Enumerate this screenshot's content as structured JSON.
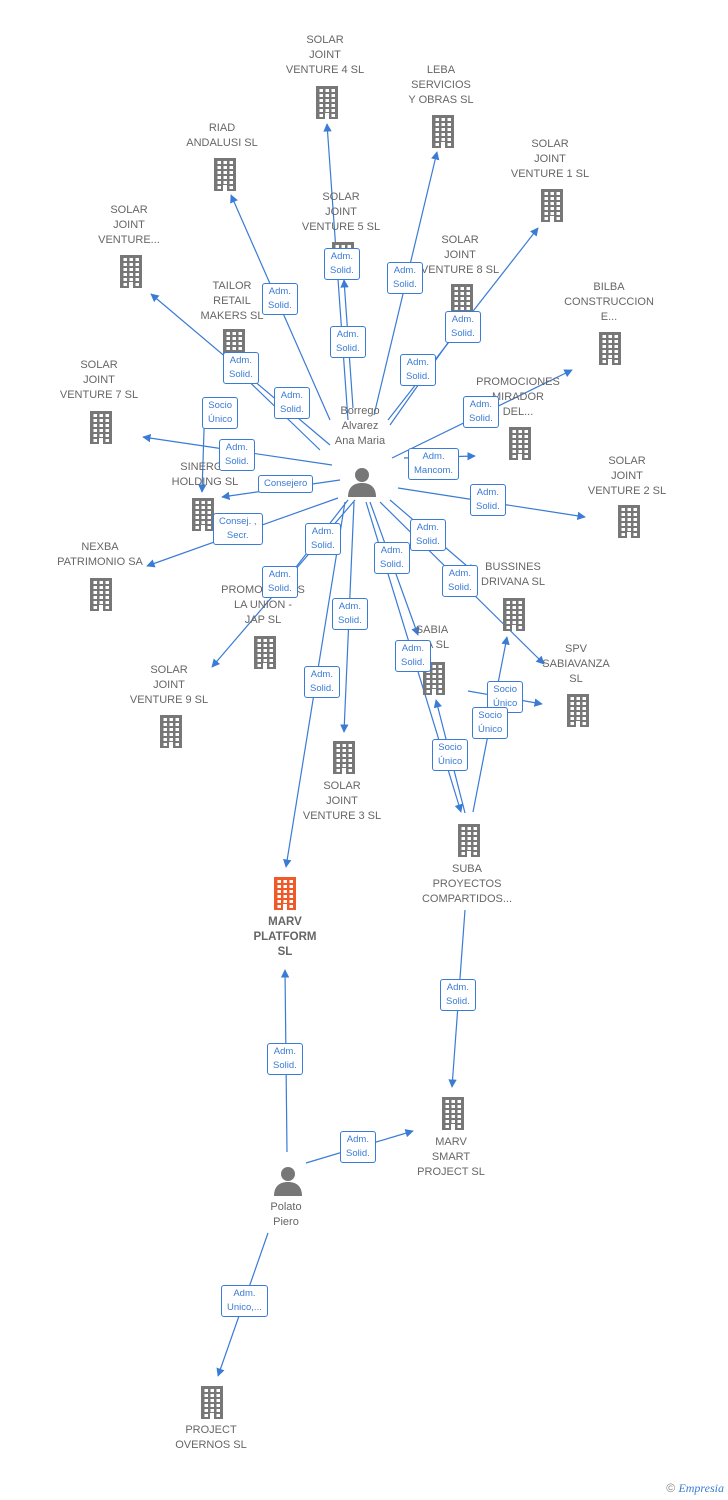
{
  "colors": {
    "edge": "#3a7bd5",
    "building": "#777777",
    "main_building": "#f05a28",
    "person": "#777777"
  },
  "nodes": [
    {
      "id": "borrego",
      "label": "Borrego\nAlvarez\nAna Maria",
      "type": "person"
    },
    {
      "id": "polato",
      "label": "Polato\nPiero",
      "type": "person"
    },
    {
      "id": "marv_platform",
      "label": "MARV\nPLATFORM\nSL",
      "type": "main-company"
    },
    {
      "id": "solar4",
      "label": "SOLAR\nJOINT\nVENTURE 4  SL",
      "type": "company"
    },
    {
      "id": "leba",
      "label": "LEBA\nSERVICIOS\nY OBRAS  SL",
      "type": "company"
    },
    {
      "id": "riad",
      "label": "RIAD\nANDALUSI  SL",
      "type": "company"
    },
    {
      "id": "solar1",
      "label": "SOLAR\nJOINT\nVENTURE 1  SL",
      "type": "company"
    },
    {
      "id": "solar5",
      "label": "SOLAR\nJOINT\nVENTURE 5  SL",
      "type": "company"
    },
    {
      "id": "solar_venture",
      "label": "SOLAR\nJOINT\nVENTURE...",
      "type": "company"
    },
    {
      "id": "solar8",
      "label": "SOLAR\nJOINT\nVENTURE 8  SL",
      "type": "company"
    },
    {
      "id": "tailor",
      "label": "TAILOR\nRETAIL\nMAKERS  SL",
      "type": "company"
    },
    {
      "id": "bilba",
      "label": "BILBA\nCONSTRUCCION\nE...",
      "type": "company"
    },
    {
      "id": "solar7",
      "label": "SOLAR\nJOINT\nVENTURE 7  SL",
      "type": "company"
    },
    {
      "id": "promociones_mirador",
      "label": "PROMOCIONES\nMIRADOR\nDEL...",
      "type": "company"
    },
    {
      "id": "sinergy",
      "label": "SINERGY\nHOLDING  SL",
      "type": "company"
    },
    {
      "id": "solar2",
      "label": "SOLAR\nJOINT\nVENTURE 2  SL",
      "type": "company"
    },
    {
      "id": "nexba",
      "label": "NEXBA\nPATRIMONIO SA",
      "type": "company"
    },
    {
      "id": "bussines",
      "label": "BUSSINES\nDRIVANA  SL",
      "type": "company"
    },
    {
      "id": "promociones_union",
      "label": "PROMOCIONES\nLA UNION -\nJAP  SL",
      "type": "company"
    },
    {
      "id": "sabia",
      "label": "SABIA\nDIA  SL",
      "type": "company"
    },
    {
      "id": "spv",
      "label": "SPV\nSABIAVANZA\nSL",
      "type": "company"
    },
    {
      "id": "solar9",
      "label": "SOLAR\nJOINT\nVENTURE 9  SL",
      "type": "company"
    },
    {
      "id": "solar3",
      "label": "SOLAR\nJOINT\nVENTURE 3  SL",
      "type": "company"
    },
    {
      "id": "suba",
      "label": "SUBA\nPROYECTOS\nCOMPARTIDOS...",
      "type": "company"
    },
    {
      "id": "marv_smart",
      "label": "MARV\nSMART\nPROJECT  SL",
      "type": "company"
    },
    {
      "id": "project_overnos",
      "label": "PROJECT\nOVERNOS  SL",
      "type": "company"
    }
  ],
  "edges": [
    {
      "from": "borrego",
      "to": "solar4",
      "label": "Adm.\nSolid."
    },
    {
      "from": "borrego",
      "to": "leba",
      "label": "Adm.\nSolid."
    },
    {
      "from": "borrego",
      "to": "riad",
      "label": "Adm.\nSolid."
    },
    {
      "from": "borrego",
      "to": "solar5",
      "label": "Adm.\nSolid."
    },
    {
      "from": "borrego",
      "to": "solar1",
      "label": "Adm.\nSolid."
    },
    {
      "from": "borrego",
      "to": "solar8",
      "label": "Adm.\nSolid."
    },
    {
      "from": "borrego",
      "to": "solar_venture",
      "label": "Adm.\nSolid."
    },
    {
      "from": "borrego",
      "to": "tailor",
      "label": "Adm.\nSolid."
    },
    {
      "from": "borrego",
      "to": "bilba",
      "label": "Adm.\nSolid."
    },
    {
      "from": "borrego",
      "to": "solar7",
      "label": "Adm.\nSolid."
    },
    {
      "from": "borrego",
      "to": "promociones_mirador",
      "label": "Adm.\nMancom."
    },
    {
      "from": "borrego",
      "to": "sinergy",
      "label": "Consejero"
    },
    {
      "from": "borrego",
      "to": "solar2",
      "label": "Adm.\nSolid."
    },
    {
      "from": "borrego",
      "to": "nexba",
      "label": "Consej. ,\nSecr."
    },
    {
      "from": "borrego",
      "to": "bussines",
      "label": "Adm.\nSolid."
    },
    {
      "from": "borrego",
      "to": "promociones_union",
      "label": "Adm.\nSolid."
    },
    {
      "from": "borrego",
      "to": "sabia",
      "label": "Adm.\nSolid."
    },
    {
      "from": "borrego",
      "to": "spv",
      "label": "Adm.\nSolid."
    },
    {
      "from": "borrego",
      "to": "solar9",
      "label": "Adm.\nSolid."
    },
    {
      "from": "borrego",
      "to": "solar3",
      "label": "Adm.\nSolid."
    },
    {
      "from": "borrego",
      "to": "marv_platform",
      "label": "Adm.\nSolid."
    },
    {
      "from": "borrego",
      "to": "suba",
      "label": "Adm.\nSolid."
    },
    {
      "from": "tailor",
      "to": "sinergy",
      "label": "Socio\nÚnico"
    },
    {
      "from": "sabia",
      "to": "spv",
      "label": "Socio\nÚnico"
    },
    {
      "from": "suba",
      "to": "bussines",
      "label": "Socio\nÚnico"
    },
    {
      "from": "suba",
      "to": "sabia",
      "label": "Socio\nÚnico"
    },
    {
      "from": "suba",
      "to": "marv_smart",
      "label": "Adm.\nSolid."
    },
    {
      "from": "polato",
      "to": "marv_platform",
      "label": "Adm.\nSolid."
    },
    {
      "from": "polato",
      "to": "marv_smart",
      "label": "Adm.\nSolid."
    },
    {
      "from": "polato",
      "to": "project_overnos",
      "label": "Adm.\nUnico,..."
    }
  ],
  "footer": {
    "copyright_symbol": "©",
    "brand": "Empresia"
  }
}
